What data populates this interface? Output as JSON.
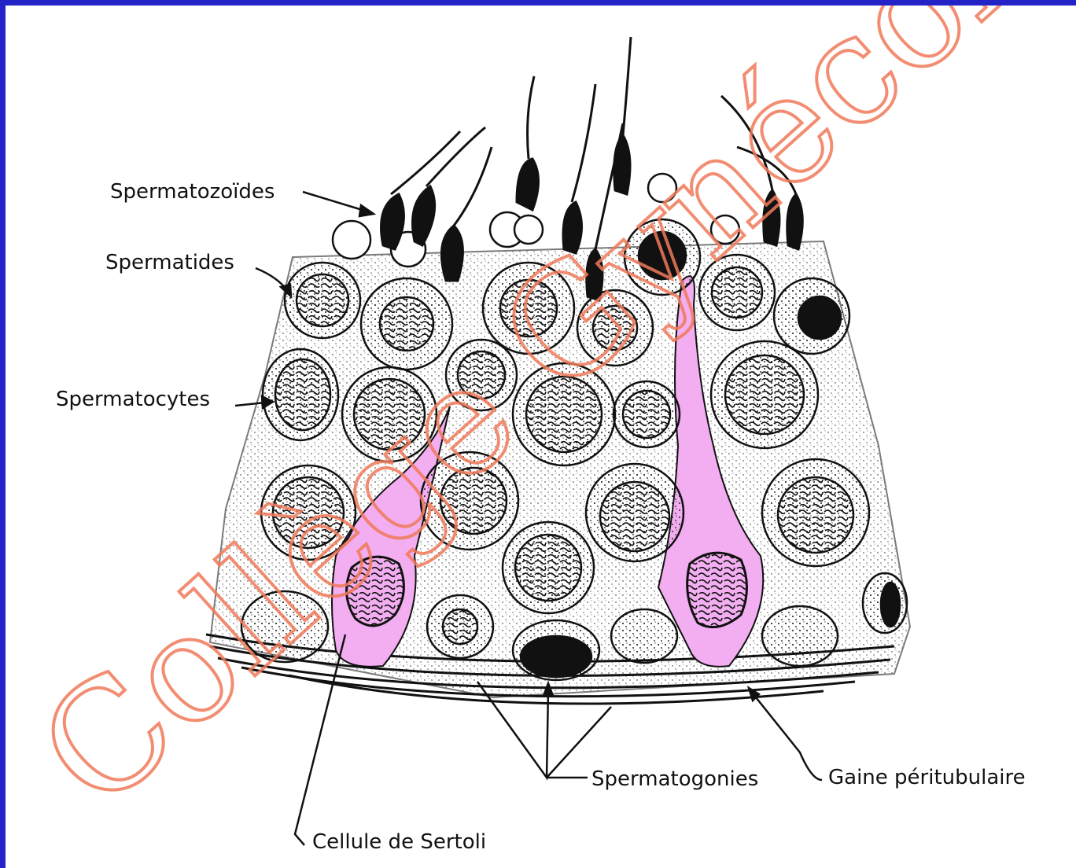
{
  "figure": {
    "labels": {
      "spermatozoides": "Spermatozoïdes",
      "spermatides": "Spermatides",
      "spermatocytes": "Spermatocytes",
      "spermatogonies": "Spermatogonies",
      "gaine": "Gaine péritubulaire",
      "sertoli": "Cellule de Sertoli"
    },
    "watermark": "Collège Gynécologie C",
    "colors": {
      "border": "#2323c8",
      "sertoli_fill": "#f2aef0",
      "watermark": "#f07a5a",
      "ink": "#111111"
    }
  }
}
